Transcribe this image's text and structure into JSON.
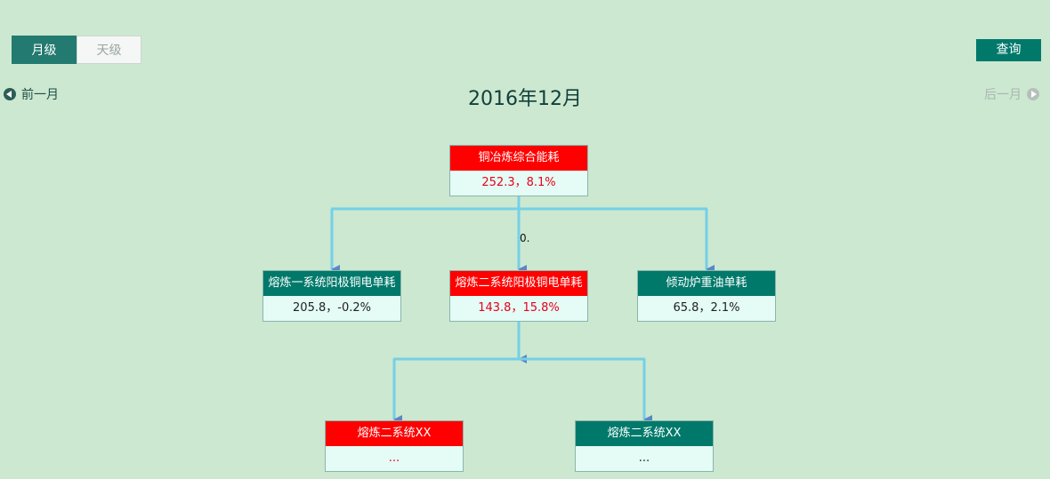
{
  "tabs": [
    {
      "label": "月级",
      "active": true
    },
    {
      "label": "天级",
      "active": false
    }
  ],
  "query_label": "查询",
  "nav": {
    "prev_label": "前一月",
    "next_label": "后一月"
  },
  "title": "2016年12月",
  "connector_label": "0.",
  "nodes": [
    {
      "id": "root",
      "title": "铜冶炼综合能耗",
      "value": "252.3，8.1%",
      "status": "red"
    },
    {
      "id": "child1",
      "title": "熔炼一系统阳极铜电单耗",
      "value": "205.8，-0.2%",
      "status": "teal"
    },
    {
      "id": "child2",
      "title": "熔炼二系统阳极铜电单耗",
      "value": "143.8，15.8%",
      "status": "red"
    },
    {
      "id": "child3",
      "title": "倾动炉重油单耗",
      "value": "65.8，2.1%",
      "status": "teal"
    },
    {
      "id": "gchild1",
      "title": "熔炼二系统XX",
      "value": "...",
      "status": "red"
    },
    {
      "id": "gchild2",
      "title": "熔炼二系统XX",
      "value": "...",
      "status": "teal"
    }
  ],
  "colors": {
    "red": "#ff0000",
    "teal": "#00796b",
    "connector": "#75d0e6",
    "arrow": "#5b86c6",
    "background": "#cce8d1"
  }
}
